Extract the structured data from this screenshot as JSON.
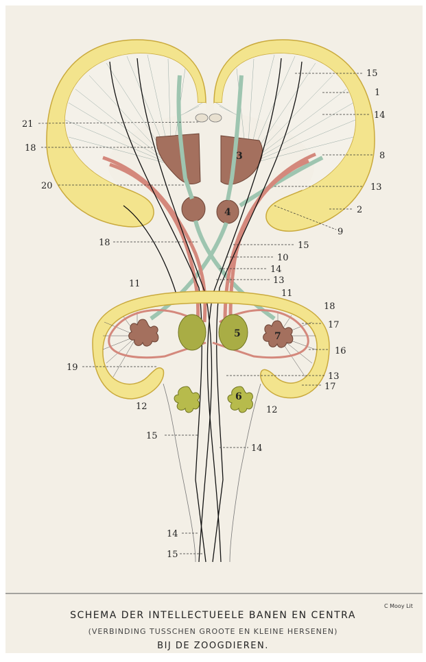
{
  "plate": {
    "caption_line1": "SCHEMA DER INTELLECTUEELE BANEN EN CENTRA",
    "caption_line2": "(VERBINDING TUSSCHEN GROOTE EN KLEINE HERSENEN)",
    "caption_line3": "BIJ DE ZOOGDIEREN.",
    "credit": "C Mooy Lit",
    "colors": {
      "paper": "#f3efe6",
      "cortex_yellow": "#f3e48d",
      "cortex_outline": "#c9a93c",
      "nucleus_brown": "#a4705e",
      "olive_nucleus": "#a9ad45",
      "red_tract": "#d4887c",
      "green_tract": "#9ec5b0"
    }
  },
  "labels": {
    "l1": "1",
    "l2": "2",
    "l3": "3",
    "l4": "4",
    "l5": "5",
    "l6": "6",
    "l7": "7",
    "l8": "8",
    "l9": "9",
    "l10": "10",
    "l11a": "11",
    "l11b": "11",
    "l12a": "12",
    "l12b": "12",
    "l13a": "13",
    "l13b": "13",
    "l13c": "13",
    "l14a": "14",
    "l14b": "14",
    "l14c": "14",
    "l14d": "14",
    "l15a": "15",
    "l15b": "15",
    "l15c": "15",
    "l15d": "15",
    "l16": "16",
    "l17a": "17",
    "l17b": "17",
    "l18a": "18",
    "l18b": "18",
    "l18c": "18",
    "l19": "19",
    "l20": "20",
    "l21": "21"
  }
}
